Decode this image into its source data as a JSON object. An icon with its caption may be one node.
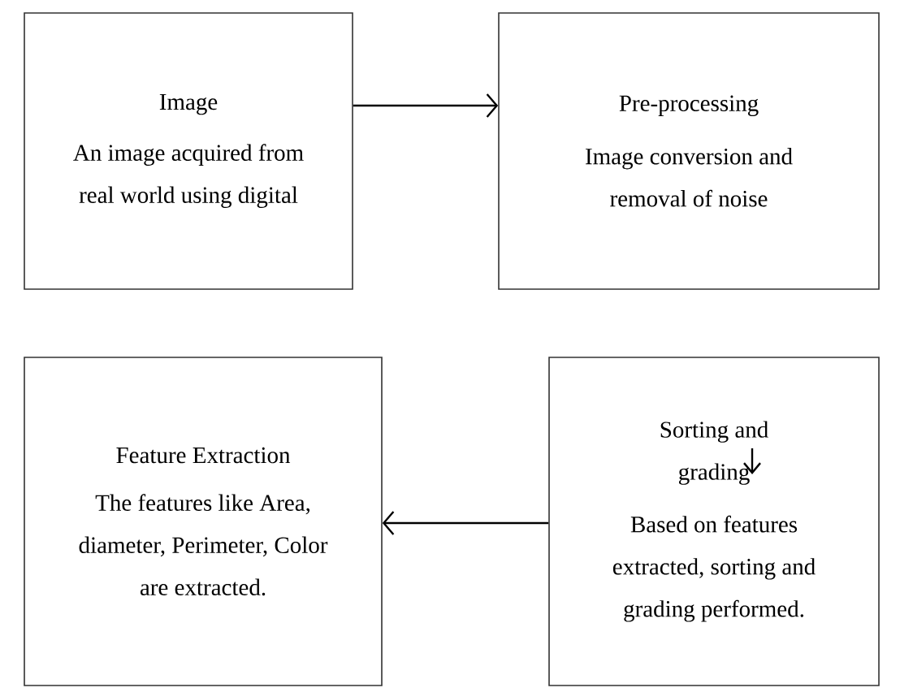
{
  "diagram": {
    "nodes": [
      {
        "text": [
          "Image",
          "An image acquired from real world using digital"
        ]
      },
      {
        "text": [
          "Pre-processing",
          "Image conversion and removal of noise"
        ]
      },
      {
        "text": [
          "Feature Extraction",
          "The features like Area, diameter, Perimeter, Color are extracted."
        ]
      },
      {
        "text": [
          "Sorting and grading",
          "Based on features extracted, sorting and grading performed."
        ]
      }
    ],
    "edges": [
      {
        "from": 0,
        "to": 1,
        "arrow": "to"
      },
      {
        "from": 3,
        "to": 2,
        "arrow": "to"
      }
    ]
  }
}
